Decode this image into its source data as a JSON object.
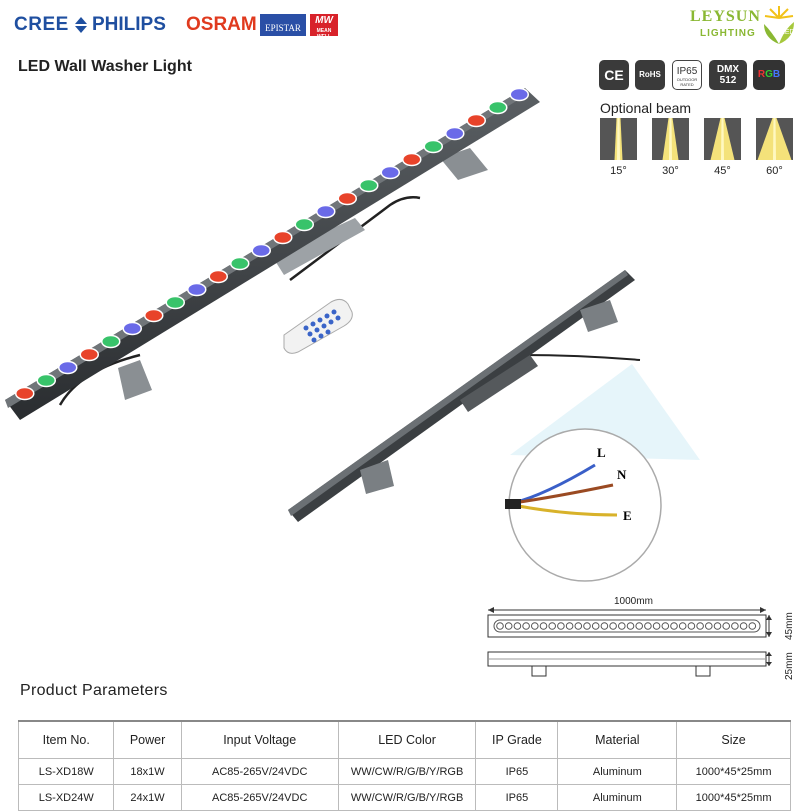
{
  "brands": {
    "cree": "CREE",
    "philips": "PHILIPS",
    "osram": "OSRAM",
    "epistar": "EPISTAR",
    "mw": "MW",
    "mw_sub": "MEAN WELL"
  },
  "logo": {
    "name": "LEYSUN",
    "sub": "LIGHTING",
    "icon_text": "LED"
  },
  "page_title": "LED Wall Washer Light",
  "badges": {
    "ce": "CE",
    "rohs": "RoHS",
    "ip": "IP65",
    "ip_sub": "OUTDOOR RATED",
    "dmx_top": "DMX",
    "dmx_bottom": "512",
    "rgb": "RGB"
  },
  "beam": {
    "label": "Optional beam",
    "angles": [
      "15°",
      "30°",
      "45°",
      "60°"
    ]
  },
  "wiring": {
    "l": "L",
    "n": "N",
    "e": "E"
  },
  "dimensions": {
    "length": "1000mm",
    "depth": "25mm",
    "height": "45mm"
  },
  "parameters": {
    "title": "Product Parameters",
    "headers": [
      "Item No.",
      "Power",
      "Input Voltage",
      "LED Color",
      "IP Grade",
      "Material",
      "Size"
    ],
    "rows": [
      [
        "LS-XD18W",
        "18x1W",
        "AC85-265V/24VDC",
        "WW/CW/R/G/B/Y/RGB",
        "IP65",
        "Aluminum",
        "1000*45*25mm"
      ],
      [
        "LS-XD24W",
        "24x1W",
        "AC85-265V/24VDC",
        "WW/CW/R/G/B/Y/RGB",
        "IP65",
        "Aluminum",
        "1000*45*25mm"
      ]
    ]
  },
  "colors": {
    "brand_blue": "#1f4fa0",
    "osram_red": "#e03a1e",
    "leysun_green": "#8ab833",
    "housing": "#3b3f42"
  }
}
